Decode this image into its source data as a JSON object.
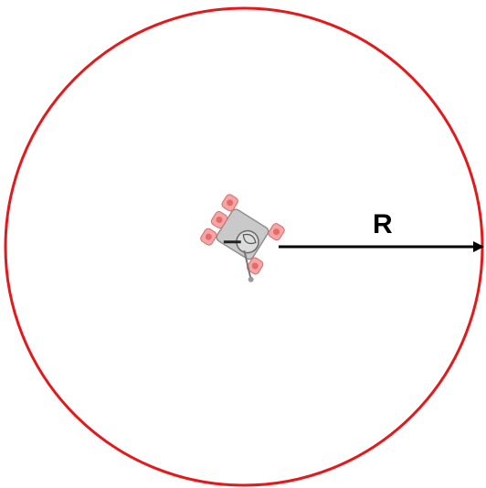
{
  "diagram": {
    "radius_label": "R",
    "colors": {
      "boundary_circle": "#e31a1c",
      "radius_arrow": "#000000",
      "robot_body": "#b8b8b8",
      "robot_wheels": "#f28a8a"
    },
    "elements": {
      "boundary": "circle",
      "center_object": "mobile-robot-icon",
      "radius_indicator": "arrow-from-center-to-circle"
    }
  }
}
